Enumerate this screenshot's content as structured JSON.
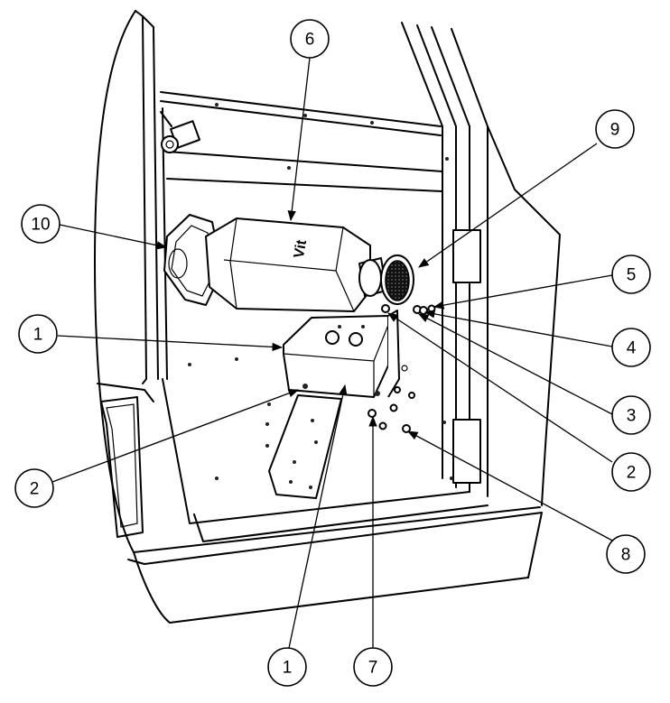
{
  "callouts": [
    {
      "id": "c6",
      "label": "6"
    },
    {
      "id": "c9",
      "label": "9"
    },
    {
      "id": "c10",
      "label": "10"
    },
    {
      "id": "c5",
      "label": "5"
    },
    {
      "id": "c1a",
      "label": "1"
    },
    {
      "id": "c4",
      "label": "4"
    },
    {
      "id": "c3",
      "label": "3"
    },
    {
      "id": "c2a",
      "label": "2"
    },
    {
      "id": "c2b",
      "label": "2"
    },
    {
      "id": "c8",
      "label": "8"
    },
    {
      "id": "c1b",
      "label": "1"
    },
    {
      "id": "c7",
      "label": "7"
    }
  ],
  "heater_marking": "Vit",
  "colors": {
    "line": "#000000",
    "background": "#ffffff",
    "grille": "#111111"
  }
}
